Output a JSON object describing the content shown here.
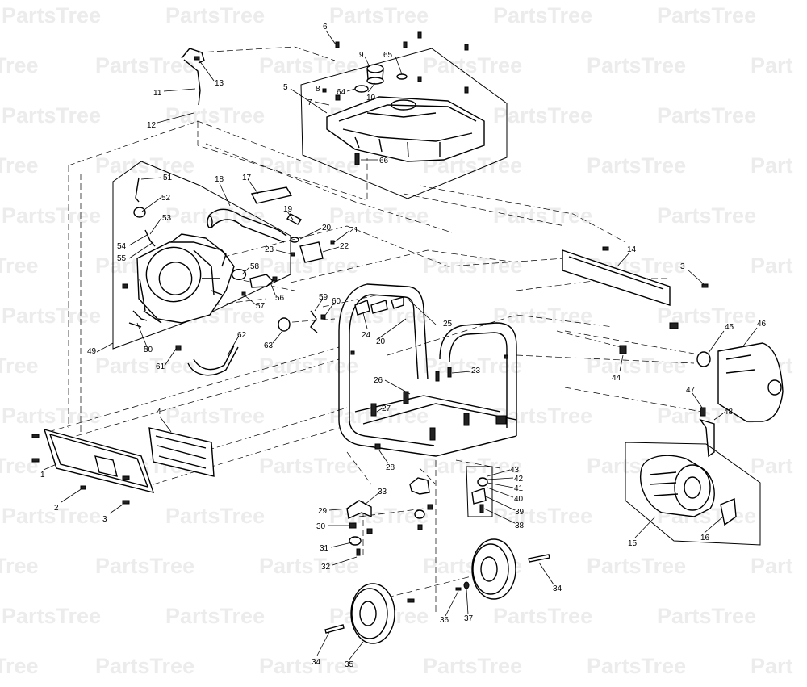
{
  "watermark": {
    "text": "PartsTree",
    "partial": "Part",
    "tail": "Tree"
  },
  "callouts": [
    {
      "id": "1",
      "label": "1"
    },
    {
      "id": "2",
      "label": "2"
    },
    {
      "id": "3a",
      "label": "3"
    },
    {
      "id": "3b",
      "label": "3"
    },
    {
      "id": "4",
      "label": "4"
    },
    {
      "id": "5",
      "label": "5"
    },
    {
      "id": "6",
      "label": "6"
    },
    {
      "id": "7",
      "label": "7"
    },
    {
      "id": "8",
      "label": "8"
    },
    {
      "id": "9",
      "label": "9"
    },
    {
      "id": "10",
      "label": "10"
    },
    {
      "id": "11",
      "label": "11"
    },
    {
      "id": "12",
      "label": "12"
    },
    {
      "id": "13",
      "label": "13"
    },
    {
      "id": "14",
      "label": "14"
    },
    {
      "id": "15",
      "label": "15"
    },
    {
      "id": "16",
      "label": "16"
    },
    {
      "id": "17",
      "label": "17"
    },
    {
      "id": "18",
      "label": "18"
    },
    {
      "id": "19",
      "label": "19"
    },
    {
      "id": "20a",
      "label": "20"
    },
    {
      "id": "20b",
      "label": "20"
    },
    {
      "id": "21",
      "label": "21"
    },
    {
      "id": "22",
      "label": "22"
    },
    {
      "id": "23a",
      "label": "23"
    },
    {
      "id": "23b",
      "label": "23"
    },
    {
      "id": "24",
      "label": "24"
    },
    {
      "id": "25",
      "label": "25"
    },
    {
      "id": "26",
      "label": "26"
    },
    {
      "id": "27",
      "label": "27"
    },
    {
      "id": "28",
      "label": "28"
    },
    {
      "id": "29",
      "label": "29"
    },
    {
      "id": "30",
      "label": "30"
    },
    {
      "id": "31",
      "label": "31"
    },
    {
      "id": "32",
      "label": "32"
    },
    {
      "id": "33",
      "label": "33"
    },
    {
      "id": "34a",
      "label": "34"
    },
    {
      "id": "34b",
      "label": "34"
    },
    {
      "id": "35",
      "label": "35"
    },
    {
      "id": "36",
      "label": "36"
    },
    {
      "id": "37",
      "label": "37"
    },
    {
      "id": "38",
      "label": "38"
    },
    {
      "id": "39",
      "label": "39"
    },
    {
      "id": "40",
      "label": "40"
    },
    {
      "id": "41",
      "label": "41"
    },
    {
      "id": "42",
      "label": "42"
    },
    {
      "id": "43",
      "label": "43"
    },
    {
      "id": "44",
      "label": "44"
    },
    {
      "id": "45",
      "label": "45"
    },
    {
      "id": "46",
      "label": "46"
    },
    {
      "id": "47",
      "label": "47"
    },
    {
      "id": "48",
      "label": "48"
    },
    {
      "id": "49",
      "label": "49"
    },
    {
      "id": "50",
      "label": "50"
    },
    {
      "id": "51",
      "label": "51"
    },
    {
      "id": "52",
      "label": "52"
    },
    {
      "id": "53",
      "label": "53"
    },
    {
      "id": "54",
      "label": "54"
    },
    {
      "id": "55",
      "label": "55"
    },
    {
      "id": "56",
      "label": "56"
    },
    {
      "id": "57",
      "label": "57"
    },
    {
      "id": "58",
      "label": "58"
    },
    {
      "id": "59",
      "label": "59"
    },
    {
      "id": "60",
      "label": "60"
    },
    {
      "id": "61",
      "label": "61"
    },
    {
      "id": "62",
      "label": "62"
    },
    {
      "id": "63",
      "label": "63"
    },
    {
      "id": "64",
      "label": "64"
    },
    {
      "id": "65",
      "label": "65"
    },
    {
      "id": "66",
      "label": "66"
    }
  ]
}
